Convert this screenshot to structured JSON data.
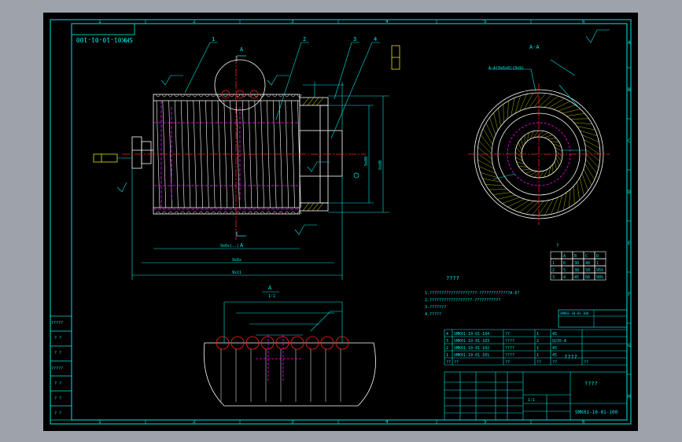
{
  "colors": {
    "frame": "#00e6e6",
    "geometry": "#ffffff",
    "centerline": "#ff2020",
    "hidden": "#ff00ff",
    "dimension": "#00e6e6",
    "title_text": "#00e6e6",
    "accent": "#ffff00",
    "sheet_bg": "#9ea3ab"
  },
  "border": {
    "top_zones": [
      "1",
      "2",
      "3",
      "4",
      "5",
      "6"
    ],
    "bottom_zones": [
      "1",
      "2",
      "3",
      "4",
      "5",
      "6"
    ],
    "right_zones": [
      "A",
      "B",
      "C",
      "D",
      "E",
      "F",
      "G",
      "H"
    ]
  },
  "drawing_no_mirrored": "SMK01-10-01-100",
  "main_view": {
    "balloons": [
      "1",
      "2",
      "3",
      "4"
    ],
    "section_marker": "A",
    "section_marker_bottom": "A",
    "dims": {
      "overall": "9x11",
      "inner": "9x6x",
      "body": "9x6x(..)",
      "right_1": "9x00",
      "right_2": "9x80"
    }
  },
  "section_view": {
    "title": "A-A",
    "note_top": "A-A(9x6x0)(9x9)"
  },
  "detail_view": {
    "label": "A",
    "scale": "1:1"
  },
  "roughness_table": {
    "header": [
      "",
      "A",
      "B",
      "C",
      "D"
    ],
    "rows": [
      [
        "1",
        "6",
        "30",
        "40",
        "1"
      ],
      [
        "2",
        "5",
        "38",
        "50",
        "95%"
      ],
      [
        "3",
        "4",
        "45",
        "60",
        "90%"
      ]
    ],
    "label": "?"
  },
  "tech_req": {
    "title": "????",
    "lines": [
      "1.????????????????????-?????????????A-6?",
      "2.??????????????????-???????????",
      "3.???????",
      "4.?????"
    ]
  },
  "bom": {
    "rows": [
      [
        "4",
        "SMK01-10-01-104",
        "??",
        "1",
        "45",
        ""
      ],
      [
        "3",
        "SMK01-10-01-103",
        "????",
        "2",
        "Q235-A",
        ""
      ],
      [
        "2",
        "SMK01-10-01-102",
        "????",
        "1",
        "45",
        ""
      ],
      [
        "1",
        "SMK01-10-01-101",
        "????",
        "1",
        "45",
        ""
      ]
    ],
    "header": [
      "??",
      "??",
      "??",
      "??",
      "??",
      "??"
    ]
  },
  "title_block": {
    "drawing_no": "SMK01-10-01-100",
    "name": "????",
    "sheet_label": "????",
    "scale": "1:1"
  },
  "left_strip": [
    "?????",
    "?  ?",
    "?  ?",
    "?????",
    "?  ?",
    "?  ?",
    "?  ?"
  ],
  "top_right_box": "SMK01-10-01-100"
}
